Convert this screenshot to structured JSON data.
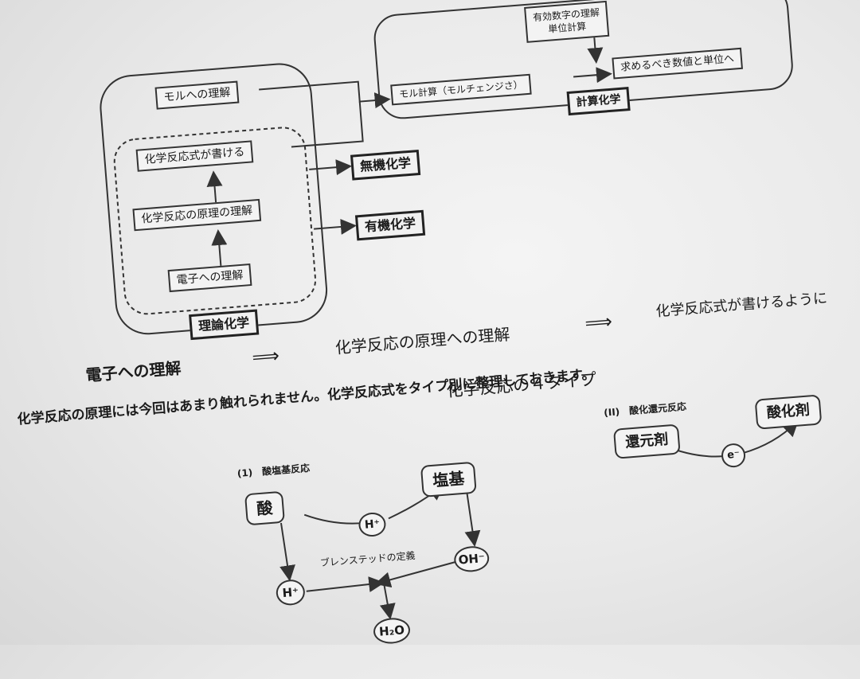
{
  "flow": {
    "mole": "モルへの理解",
    "equation": "化学反応式が書ける",
    "principle": "化学反応の原理の理解",
    "electron": "電子への理解",
    "theory": "理論化学",
    "inorganic": "無機化学",
    "organic": "有機化学",
    "valid_digits": "有効数字の理解",
    "unit_calc": "単位計算",
    "mole_calc": "モル計算（モルチェンジさ）",
    "target": "求めるべき数値と単位へ",
    "calc_chem": "計算化学"
  },
  "summary": {
    "step1": "電子への理解",
    "arrow": "⟹",
    "step2": "化学反応の原理への理解",
    "step3": "化学反応式が書けるように",
    "note": "化学反応の原理には今回はあまり触れられません。化学反応式をタイプ別に整理しておきます。",
    "heading": "化学反応の４タイプ"
  },
  "acid_base": {
    "label": "(1)　酸塩基反応",
    "acid": "酸",
    "base": "塩基",
    "h_plus": "H⁺",
    "oh_minus": "OH⁻",
    "h2o": "H₂O",
    "bronsted": "ブレンステッドの定義"
  },
  "redox": {
    "label": "(II)　酸化還元反応",
    "reductant": "還元剤",
    "oxidant": "酸化剤",
    "electron": "e⁻"
  }
}
